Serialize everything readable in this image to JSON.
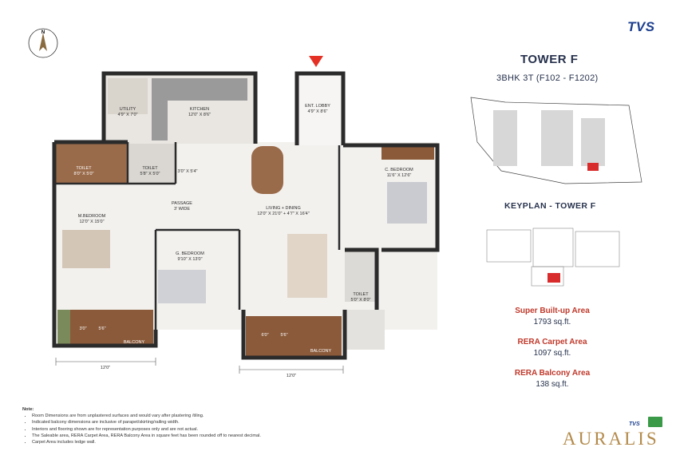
{
  "brand": "TVS",
  "tower": {
    "title": "TOWER F",
    "subtitle": "3BHK 3T (F102 - F1202)"
  },
  "compass_letter": "N",
  "keyplan_title": "KEYPLAN - TOWER F",
  "areas": [
    {
      "label": "Super Built-up Area",
      "value": "1793 sq.ft."
    },
    {
      "label": "RERA Carpet Area",
      "value": "1097 sq.ft."
    },
    {
      "label": "RERA Balcony Area",
      "value": "138 sq.ft."
    }
  ],
  "rooms": {
    "utility": {
      "name": "UTILITY",
      "dim": "4'9\" X 7'0\""
    },
    "kitchen": {
      "name": "KITCHEN",
      "dim": "12'0\" X 8'6\""
    },
    "ent_lobby": {
      "name": "ENT. LOBBY",
      "dim": "4'9\" X 8'6\""
    },
    "toilet1": {
      "name": "TOILET",
      "dim": "8'0\" X 5'0\""
    },
    "toilet2": {
      "name": "TOILET",
      "dim": "5'8\" X 5'0\""
    },
    "small_dim": "3'0\" X 5'4\"",
    "passage": {
      "name": "PASSAGE",
      "dim": "3' WIDE"
    },
    "living": {
      "name": "LIVING + DINING",
      "dim": "12'0\" X 21'0\" + 4'7\" X 16'4\""
    },
    "c_bedroom": {
      "name": "C. BEDROOM",
      "dim": "11'6\" X 12'6\""
    },
    "m_bedroom": {
      "name": "M.BEDROOM",
      "dim": "12'0\" X 15'0\""
    },
    "g_bedroom": {
      "name": "G. BEDROOM",
      "dim": "9'10\" X 13'0\""
    },
    "toilet3": {
      "name": "TOILET",
      "dim": "5'0\" X 8'0\""
    },
    "balcony1": {
      "name": "BALCONY",
      "a": "3'0\"",
      "b": "5'6\"",
      "width": "12'0\""
    },
    "balcony2": {
      "name": "BALCONY",
      "a": "6'0\"",
      "b": "5'6\"",
      "width": "12'0\""
    }
  },
  "notes": {
    "title": "Note:",
    "items": [
      "Room Dimensions are from unplastered surfaces and would vary after plastering /tiling.",
      "Indicated balcony dimensions are inclusive of parapet/skirting/railing width.",
      "Interiors and flooring shown are for representation purposes only and are not actual.",
      "The Saleable area, RERA Carpet Area, RERA Balcony Area in square feet has been rounded off to nearest decimal.",
      "Carpet Area includes ledge wall."
    ]
  },
  "logo": {
    "word": "AURALIS",
    "tvs": "TVS"
  },
  "colors": {
    "accent_red": "#c0392b",
    "brand_blue": "#1d3f8f",
    "wall": "#2b2b2b",
    "wood": "#8a5a3a",
    "logo_gold": "#b38a4a"
  }
}
